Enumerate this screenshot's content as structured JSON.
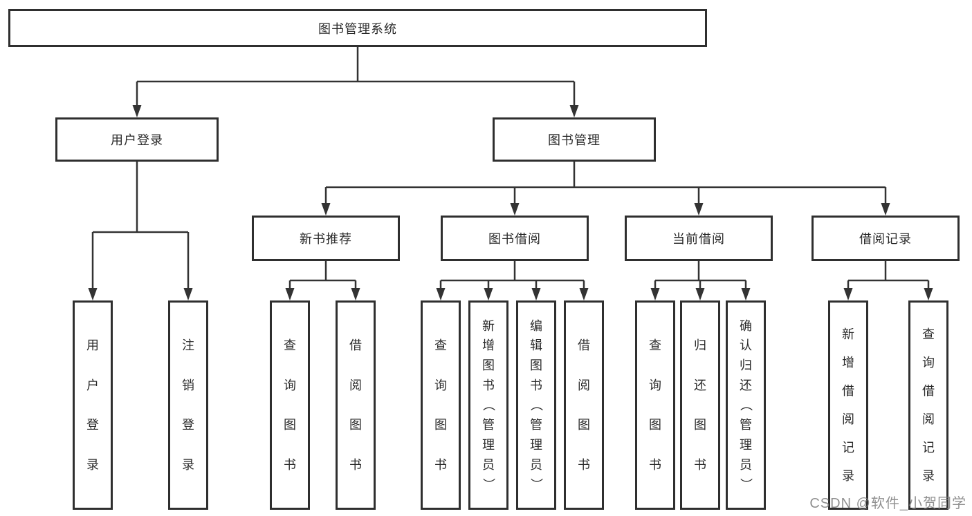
{
  "diagram": {
    "tree": {
      "root": {
        "label": "图书管理系统"
      },
      "branches": [
        {
          "label": "用户登录",
          "children": [
            "用户登录",
            "注销登录"
          ]
        },
        {
          "label": "图书管理",
          "children": [
            {
              "label": "新书推荐",
              "children": [
                "查询图书",
                "借阅图书"
              ]
            },
            {
              "label": "图书借阅",
              "children": [
                "查询图书",
                "新增图书（管理员）",
                "编辑图书（管理员）",
                "借阅图书"
              ]
            },
            {
              "label": "当前借阅",
              "children": [
                "查询图书",
                "归还图书",
                "确认归还（管理员）"
              ]
            },
            {
              "label": "借阅记录",
              "children": [
                "新增借阅记录",
                "查询借阅记录"
              ]
            }
          ]
        }
      ]
    },
    "colors": {
      "line": "#333333",
      "box_border": "#2f2f2f",
      "text": "#2a2a2a",
      "background": "#ffffff",
      "watermark": "#7d7d7d"
    },
    "watermark": "CSDN @软件_小贺同学"
  }
}
